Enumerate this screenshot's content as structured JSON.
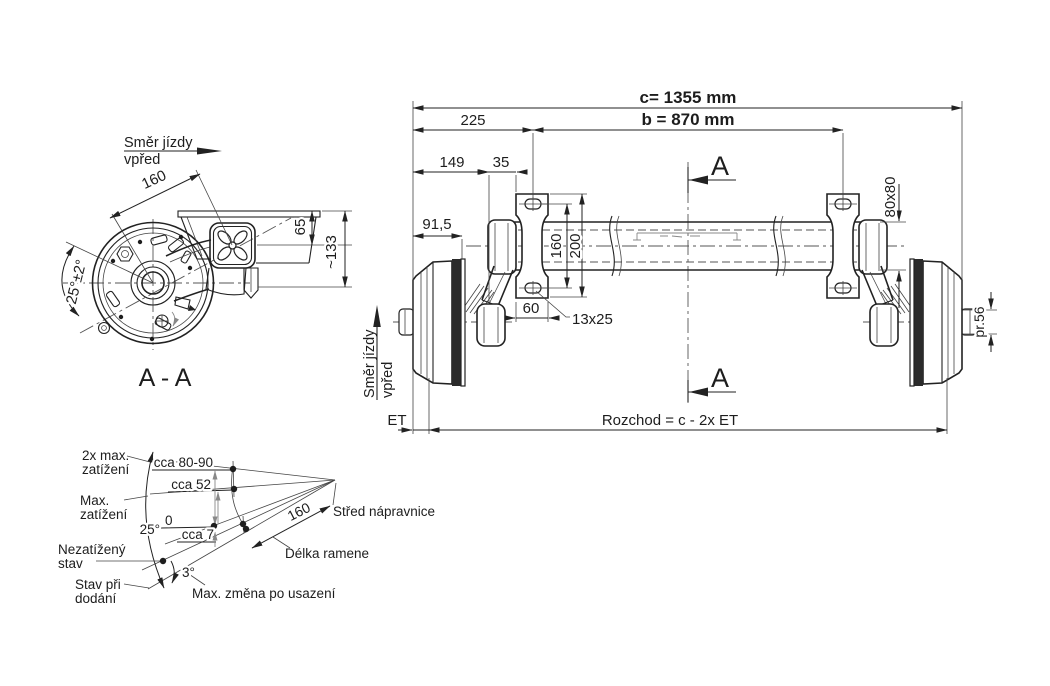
{
  "colors": {
    "line": "#222222",
    "band": "#2b2b2b",
    "background": "#ffffff"
  },
  "section_view": {
    "direction_line1": "Směr jízdy",
    "direction_line2": "vpřed",
    "dim_arm": "160",
    "dim_65": "65",
    "dim_133": "~133",
    "dim_angle": "25°±2°",
    "title": "A - A"
  },
  "main_view": {
    "dim_c": "c= 1355 mm",
    "dim_b": "b = 870 mm",
    "dim_225": "225",
    "dim_149": "149",
    "dim_35": "35",
    "dim_91_5": "91,5",
    "dim_160": "160",
    "dim_200": "200",
    "dim_60": "60",
    "dim_slot": "13x25",
    "dim_tube": "80x80",
    "dim_spindle": "pr.56",
    "dim_et": "ET",
    "dim_track": "Rozchod = c - 2x ET",
    "section_letter_top": "A",
    "section_letter_bottom": "A",
    "direction_line1": "Směr jízdy",
    "direction_line2": "vpřed"
  },
  "angle_diagram": {
    "load2x_line1": "2x max.",
    "load2x_line2": "zatížení",
    "max_line1": "Max.",
    "max_line2": "zatížení",
    "unloaded_line1": "Nezatížený",
    "unloaded_line2": "stav",
    "delivery_line1": "Stav při",
    "delivery_line2": "dodání",
    "value_2x": "cca 80-90",
    "value_max": "cca 52",
    "value_zero": "0",
    "value_7": "cca 7",
    "angle_25": "25°",
    "angle_3": "3°",
    "arm_160": "160",
    "center_label": "Střed nápravnice",
    "arm_length_label": "Délka ramene",
    "settle_label": "Max. změna po usazení"
  }
}
